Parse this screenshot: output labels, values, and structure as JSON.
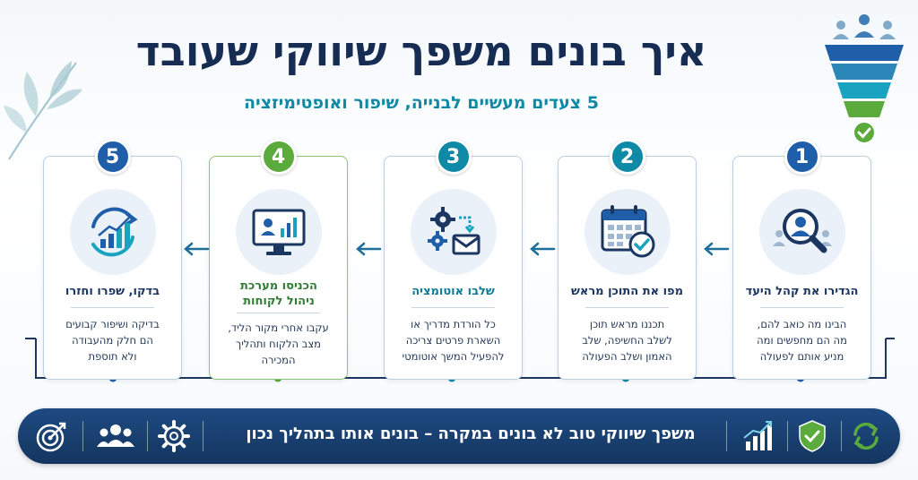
{
  "title": "איך בונים משפך שיווקי שעובד",
  "subtitle": "5 צעדים מעשיים לבנייה, שיפור ואופטימיזציה",
  "colors": {
    "navy": "#1e4a82",
    "blue": "#1f5ea8",
    "teal": "#0f8aa6",
    "green": "#5aaa3c",
    "accent_cyan": "#19a3c0"
  },
  "steps": [
    {
      "number": "1",
      "title": "הגדירו את קהל היעד",
      "body": [
        "הבינו מה כואב להם,",
        "מה הם מחפשים ומה",
        "מניע אותם לפעולה"
      ],
      "icon": "audience-search-icon",
      "color": "#1f5ea8"
    },
    {
      "number": "2",
      "title": "מפו את התוכן מראש",
      "body": [
        "תכננו מראש תוכן",
        "לשלב החשיפה, שלב",
        "האמון ושלב הפעולה"
      ],
      "icon": "calendar-check-icon",
      "color": "#0f8aa6"
    },
    {
      "number": "3",
      "title": "שלבו אוטומציה",
      "body": [
        "כל הורדת מדריך או",
        "השארת פרטים צריכה",
        "להפעיל המשך אוטומטי"
      ],
      "icon": "automation-gears-mail-icon",
      "color": "#0f8aa6"
    },
    {
      "number": "4",
      "title": "הכניסו מערכת ניהול לקוחות",
      "body": [
        "עקבו אחרי מקור הליד,",
        "מצב הלקוח ותהליך",
        "המכירה"
      ],
      "icon": "crm-monitor-icon",
      "color": "#5aaa3c"
    },
    {
      "number": "5",
      "title": "בדקו, שפרו וחזרו",
      "body": [
        "בדיקה ושיפור קבועים",
        "הם חלק מהעבודה",
        "ולא תוספת"
      ],
      "icon": "growth-cycle-icon",
      "color": "#1f5ea8"
    }
  ],
  "footer": {
    "text": "משפך שיווקי טוב לא בונים במקרה – בונים אותו בתהליך נכון",
    "icons": [
      "target-icon",
      "team-icon",
      "gear-icon",
      "growth-chart-icon",
      "shield-check-icon",
      "refresh-icon"
    ]
  },
  "funnel_icon": "funnel-people-icon",
  "leaf_icon": "leaf-decoration-icon"
}
